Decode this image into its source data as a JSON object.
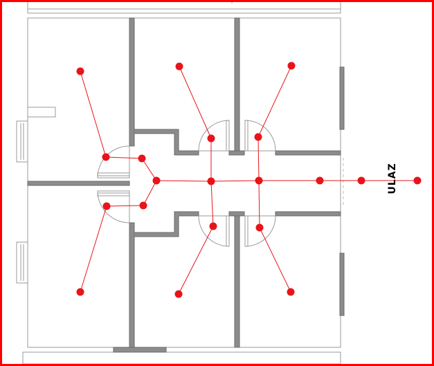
{
  "entrance_label": "ULAZ",
  "colors": {
    "route": "#e8141a",
    "node": "#e8141a",
    "frame": "#ff0000",
    "wall": "#8c8c8c",
    "outline": "#999999"
  },
  "graph": {
    "nodes": [
      {
        "id": "room-top-left"
      },
      {
        "id": "room-top-middle"
      },
      {
        "id": "room-top-right"
      },
      {
        "id": "room-bottom-left"
      },
      {
        "id": "room-bottom-middle"
      },
      {
        "id": "room-bottom-right"
      },
      {
        "id": "door-top-left"
      },
      {
        "id": "door-bottom-left"
      },
      {
        "id": "door-top-middle"
      },
      {
        "id": "door-top-right"
      },
      {
        "id": "door-bottom-middle"
      },
      {
        "id": "door-bottom-right"
      },
      {
        "id": "hall-left-upper"
      },
      {
        "id": "hall-left-lower"
      },
      {
        "id": "hall-west"
      },
      {
        "id": "hall-center-left"
      },
      {
        "id": "hall-center-right"
      },
      {
        "id": "hall-east"
      },
      {
        "id": "entrance-inner"
      },
      {
        "id": "entrance-outer"
      }
    ],
    "edges": [
      [
        "room-top-left",
        "door-top-left"
      ],
      [
        "door-top-left",
        "hall-left-upper"
      ],
      [
        "hall-left-upper",
        "hall-west"
      ],
      [
        "room-bottom-left",
        "door-bottom-left"
      ],
      [
        "door-bottom-left",
        "hall-left-lower"
      ],
      [
        "hall-left-lower",
        "hall-west"
      ],
      [
        "hall-west",
        "hall-center-left"
      ],
      [
        "hall-center-left",
        "hall-center-right"
      ],
      [
        "hall-center-right",
        "hall-east"
      ],
      [
        "hall-east",
        "entrance-inner"
      ],
      [
        "entrance-inner",
        "entrance-outer"
      ],
      [
        "room-top-middle",
        "door-top-middle"
      ],
      [
        "door-top-middle",
        "hall-center-left"
      ],
      [
        "hall-center-left",
        "door-bottom-middle"
      ],
      [
        "door-bottom-middle",
        "room-bottom-middle"
      ],
      [
        "room-top-right",
        "door-top-right"
      ],
      [
        "door-top-right",
        "hall-center-right"
      ],
      [
        "hall-center-right",
        "door-bottom-right"
      ],
      [
        "door-bottom-right",
        "room-bottom-right"
      ]
    ]
  }
}
